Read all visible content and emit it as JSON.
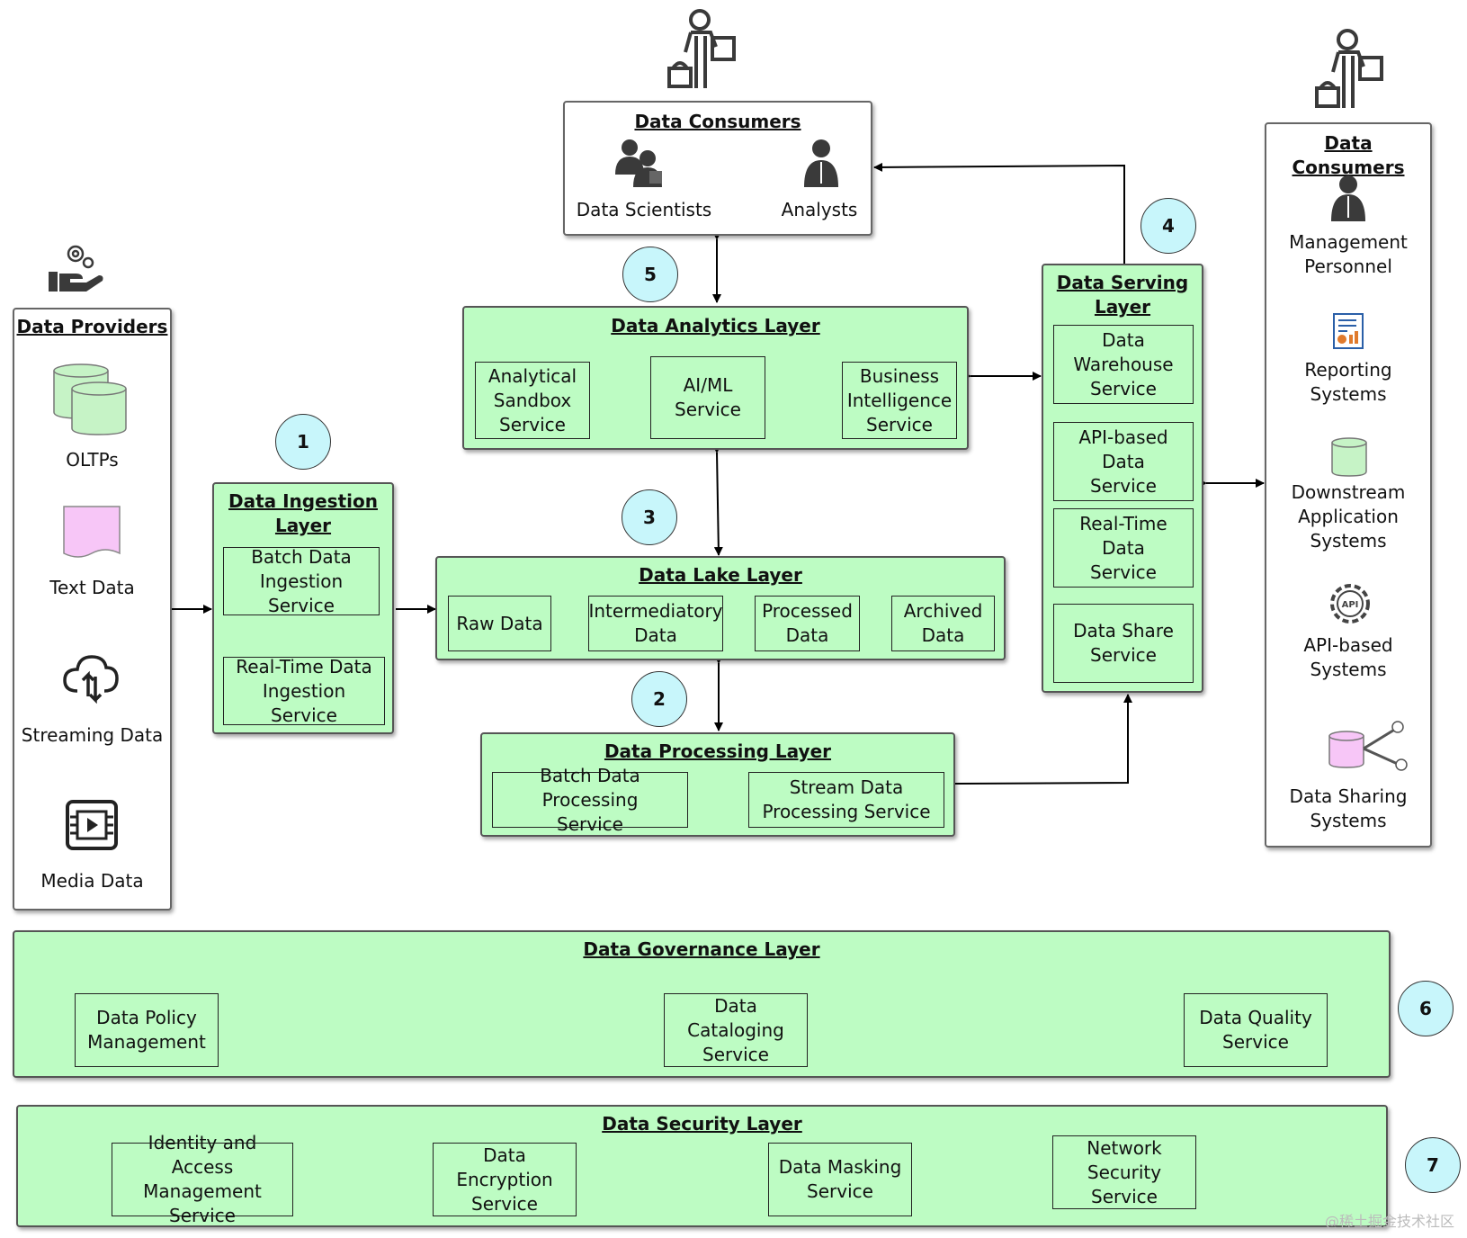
{
  "consumers_top": {
    "title": "Data Consumers",
    "scientists": "Data Scientists",
    "analysts": "Analysts"
  },
  "consumers_right": {
    "title": "Data Consumers",
    "items": [
      "Management\nPersonnel",
      "Reporting\nSystems",
      "Downstream\nApplication\nSystems",
      "API-based\nSystems",
      "Data Sharing\nSystems"
    ]
  },
  "providers": {
    "title": "Data Providers",
    "items": [
      "OLTPs",
      "Text Data",
      "Streaming Data",
      "Media Data"
    ]
  },
  "ingestion": {
    "title": "Data Ingestion\nLayer",
    "services": [
      "Batch Data\nIngestion Service",
      "Real-Time Data\nIngestion Service"
    ]
  },
  "analytics": {
    "title": "Data Analytics Layer",
    "services": [
      "Analytical\nSandbox\nService",
      "AI/ML\nService",
      "Business\nIntelligence\nService"
    ]
  },
  "lake": {
    "title": "Data Lake Layer",
    "zones": [
      "Raw Data",
      "Intermediatory\nData",
      "Processed\nData",
      "Archived\nData"
    ]
  },
  "processing": {
    "title": "Data Processing Layer",
    "services": [
      "Batch Data Processing\nService",
      "Stream Data\nProcessing Service"
    ]
  },
  "serving": {
    "title": "Data Serving\nLayer",
    "services": [
      "Data\nWarehouse\nService",
      "API-based Data\nService",
      "Real-Time Data\nService",
      "Data Share\nService"
    ]
  },
  "governance": {
    "title": "Data Governance Layer",
    "services": [
      "Data Policy\nManagement",
      "Data Cataloging\nService",
      "Data Quality\nService"
    ]
  },
  "security": {
    "title": "Data Security Layer",
    "services": [
      "Identity and Access\nManagement Service",
      "Data Encryption\nService",
      "Data Masking\nService",
      "Network\nSecurity Service"
    ]
  },
  "steps": [
    "1",
    "2",
    "3",
    "4",
    "5",
    "6",
    "7"
  ],
  "watermark": "@稀土掘金技术社区",
  "colors": {
    "layer_fill": "#bdfcc3",
    "step_fill": "#c8f6fb",
    "icon_dark": "#3a3a3a",
    "db_green": "#c6f3c6",
    "pink": "#f7c6f7"
  }
}
